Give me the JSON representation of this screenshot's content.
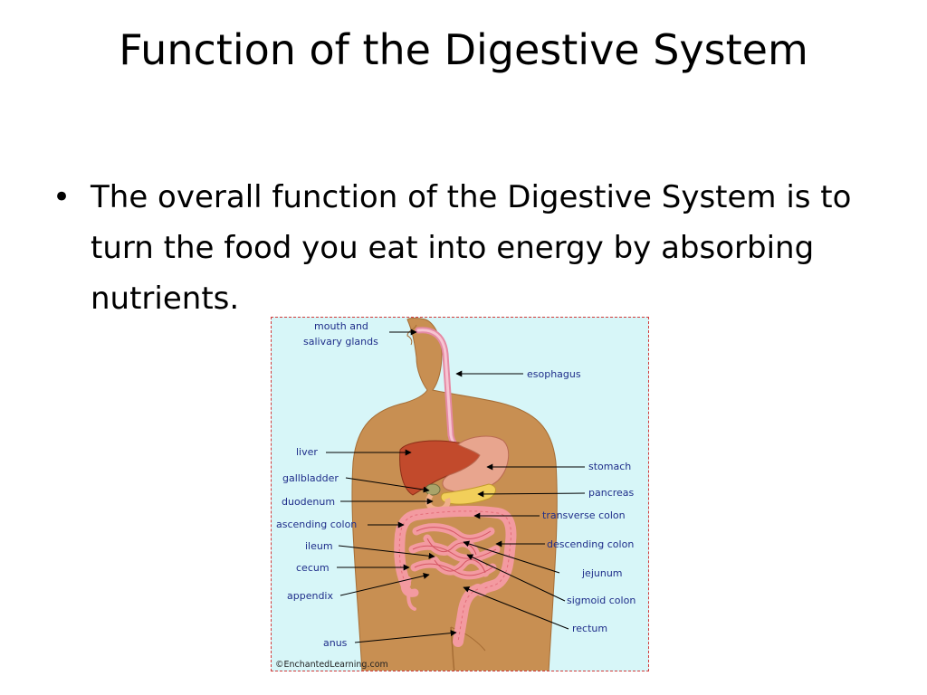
{
  "slide": {
    "title": "Function of the Digestive System",
    "bullet_symbol": "•",
    "bullets": [
      "The overall function of the Digestive System is to turn the food you eat into energy by absorbing nutrients."
    ]
  },
  "figure": {
    "labels": {
      "mouth_1": "mouth and",
      "mouth_2": "salivary glands",
      "esophagus": "esophagus",
      "liver": "liver",
      "gallbladder": "gallbladder",
      "duodenum": "duodenum",
      "ascending_colon": "ascending colon",
      "ileum": "ileum",
      "cecum": "cecum",
      "appendix": "appendix",
      "anus": "anus",
      "stomach": "stomach",
      "pancreas": "pancreas",
      "transverse_colon": "transverse colon",
      "descending_colon": "descending colon",
      "jejunum": "jejunum",
      "sigmoid_colon": "sigmoid colon",
      "rectum": "rectum"
    },
    "credit": "©EnchantedLearning.com",
    "colors": {
      "background": "#d7f6f8",
      "border": "#d23a3a",
      "skin": "#c88f52",
      "liver": "#c24a2c",
      "stomach": "#e8a58e",
      "pancreas": "#f2cf5a",
      "intestine": "#f39aa0",
      "label_text": "#1f2e8a"
    }
  }
}
